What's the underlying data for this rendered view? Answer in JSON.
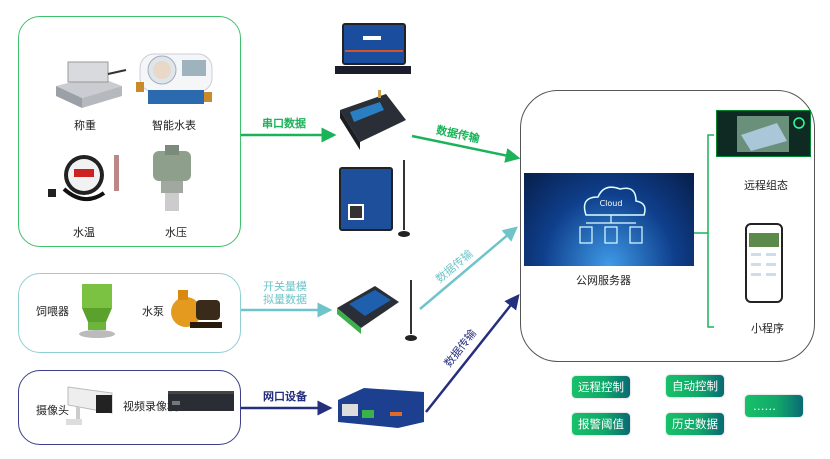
{
  "colors": {
    "serial": "#1bb35a",
    "analog": "#6fc4c9",
    "network": "#262f7d",
    "server_border": "#555555",
    "button_gradient_start": "#17c16a",
    "button_gradient_end": "#0a6a74"
  },
  "sensor_groups": {
    "serial": {
      "items": [
        "称重",
        "智能水表",
        "水温",
        "水压"
      ]
    },
    "analog": {
      "items": [
        "饲喂器",
        "水泵"
      ]
    },
    "network": {
      "items": [
        "摄像头",
        "视频录像机"
      ]
    }
  },
  "flows": {
    "serial_label": "串口数据",
    "analog_label_line1": "开关量模",
    "analog_label_line2": "拟量数据",
    "network_label": "网口设备",
    "transmit_label_1": "数据传输",
    "transmit_label_2": "数据传输",
    "transmit_label_3": "数据传输"
  },
  "server": {
    "label": "公网服务器",
    "cloud_text": "Cloud",
    "outputs": [
      "远程组态",
      "小程序"
    ]
  },
  "features": [
    "远程控制",
    "自动控制",
    "报警阈值",
    "历史数据",
    "……"
  ]
}
